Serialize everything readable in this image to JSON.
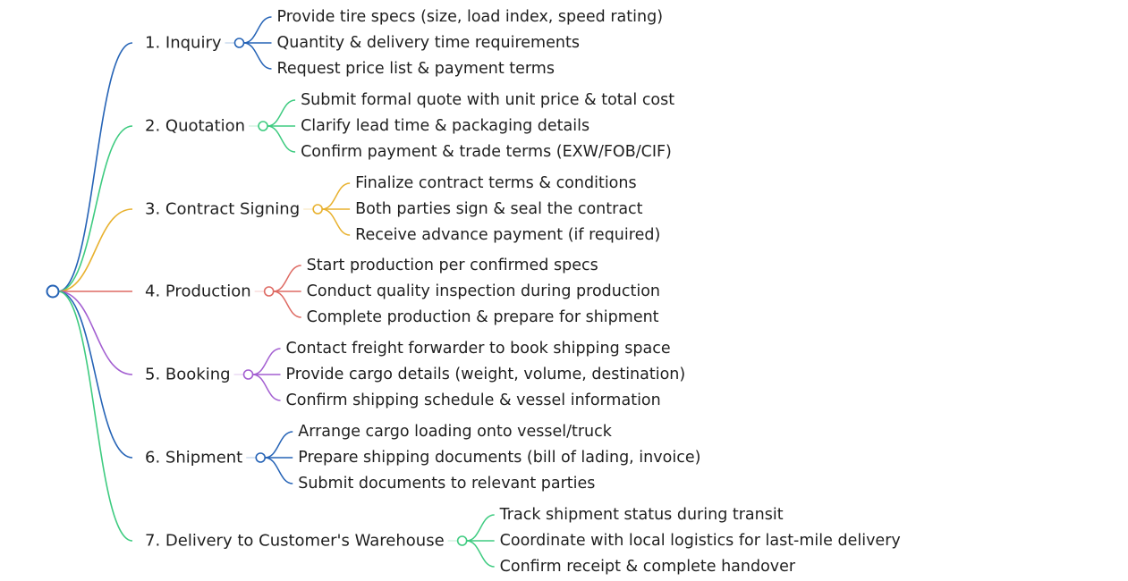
{
  "branches": [
    {
      "label": "1. Inquiry",
      "color": "#2563b6",
      "items": [
        "Provide tire specs (size, load index, speed rating)",
        "Quantity & delivery time requirements",
        "Request price list & payment terms"
      ]
    },
    {
      "label": "2. Quotation",
      "color": "#3ecb80",
      "items": [
        "Submit formal quote with unit price & total cost",
        "Clarify lead time & packaging details",
        "Confirm payment & trade terms (EXW/FOB/CIF)"
      ]
    },
    {
      "label": "3. Contract Signing",
      "color": "#e8b12e",
      "items": [
        "Finalize contract terms & conditions",
        "Both parties sign & seal the contract",
        "Receive advance payment (if required)"
      ]
    },
    {
      "label": "4. Production",
      "color": "#de6a63",
      "items": [
        "Start production per confirmed specs",
        "Conduct quality inspection during production",
        "Complete production & prepare for shipment"
      ]
    },
    {
      "label": "5. Booking",
      "color": "#a35fd1",
      "items": [
        "Contact freight forwarder to book shipping space",
        "Provide cargo details (weight, volume, destination)",
        "Confirm shipping schedule & vessel information"
      ]
    },
    {
      "label": "6. Shipment",
      "color": "#2563b6",
      "items": [
        "Arrange cargo loading onto vessel/truck",
        "Prepare shipping documents (bill of lading, invoice)",
        "Submit documents to relevant parties"
      ]
    },
    {
      "label": "7. Delivery to Customer's Warehouse",
      "color": "#3ecb80",
      "items": [
        "Track shipment status during transit",
        "Coordinate with local logistics for last-mile delivery",
        "Confirm receipt & complete handover"
      ]
    }
  ]
}
